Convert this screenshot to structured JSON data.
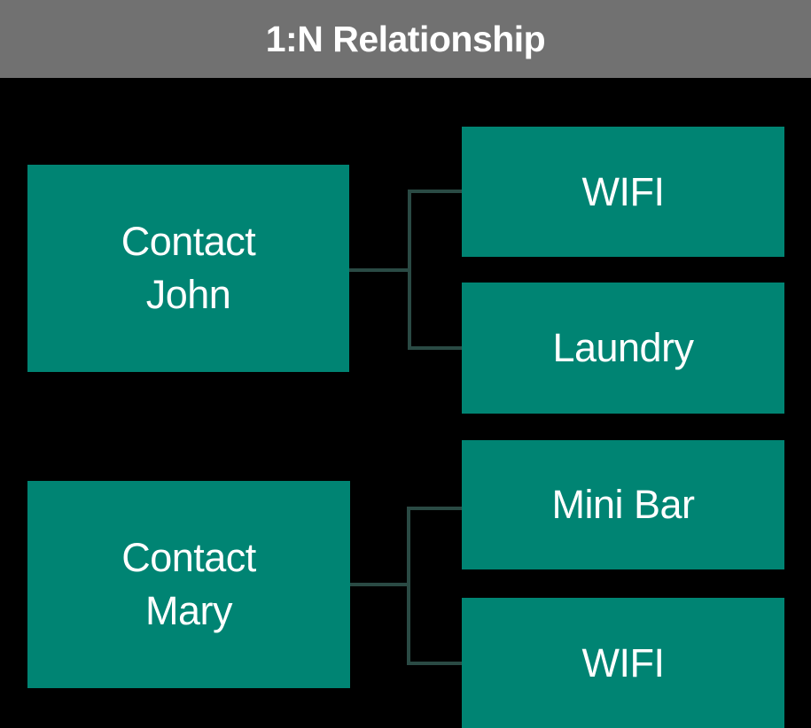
{
  "header": {
    "title": "1:N Relationship"
  },
  "colors": {
    "background": "#000000",
    "header_bg": "#717171",
    "header_text": "#ffffff",
    "node_fill": "#008473",
    "node_text": "#ffffff",
    "connector": "#2a4a44"
  },
  "diagram": {
    "groups": [
      {
        "parent": {
          "line1": "Contact",
          "line2": "John"
        },
        "children": [
          {
            "label": "WIFI"
          },
          {
            "label": "Laundry"
          }
        ]
      },
      {
        "parent": {
          "line1": "Contact",
          "line2": "Mary"
        },
        "children": [
          {
            "label": "Mini Bar"
          },
          {
            "label": "WIFI"
          }
        ]
      }
    ]
  }
}
